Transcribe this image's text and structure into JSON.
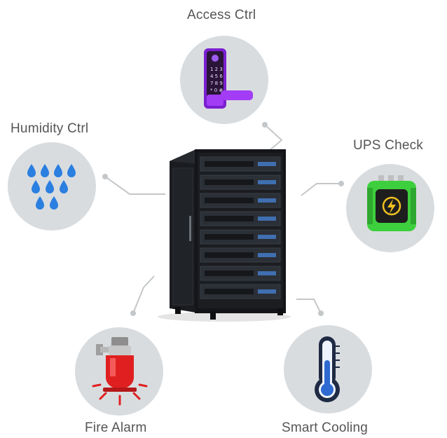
{
  "features": {
    "access": {
      "label": "Access Ctrl",
      "icon": "keypad-lock-icon"
    },
    "humidity": {
      "label": "Humidity Ctrl",
      "icon": "water-drops-icon"
    },
    "ups": {
      "label": "UPS Check",
      "icon": "battery-power-icon"
    },
    "fire": {
      "label": "Fire Alarm",
      "icon": "alarm-siren-icon"
    },
    "cooling": {
      "label": "Smart Cooling",
      "icon": "thermometer-icon"
    }
  },
  "center": {
    "icon": "server-rack-icon"
  },
  "colors": {
    "circle": "#d9dcdf",
    "connector": "#c4c7ca",
    "label": "#555555",
    "lock": "#8a2be2",
    "drop": "#2a7fe0",
    "ups": "#3ecf3e",
    "siren": "#e02020",
    "thermo": "#2e6ad1"
  }
}
